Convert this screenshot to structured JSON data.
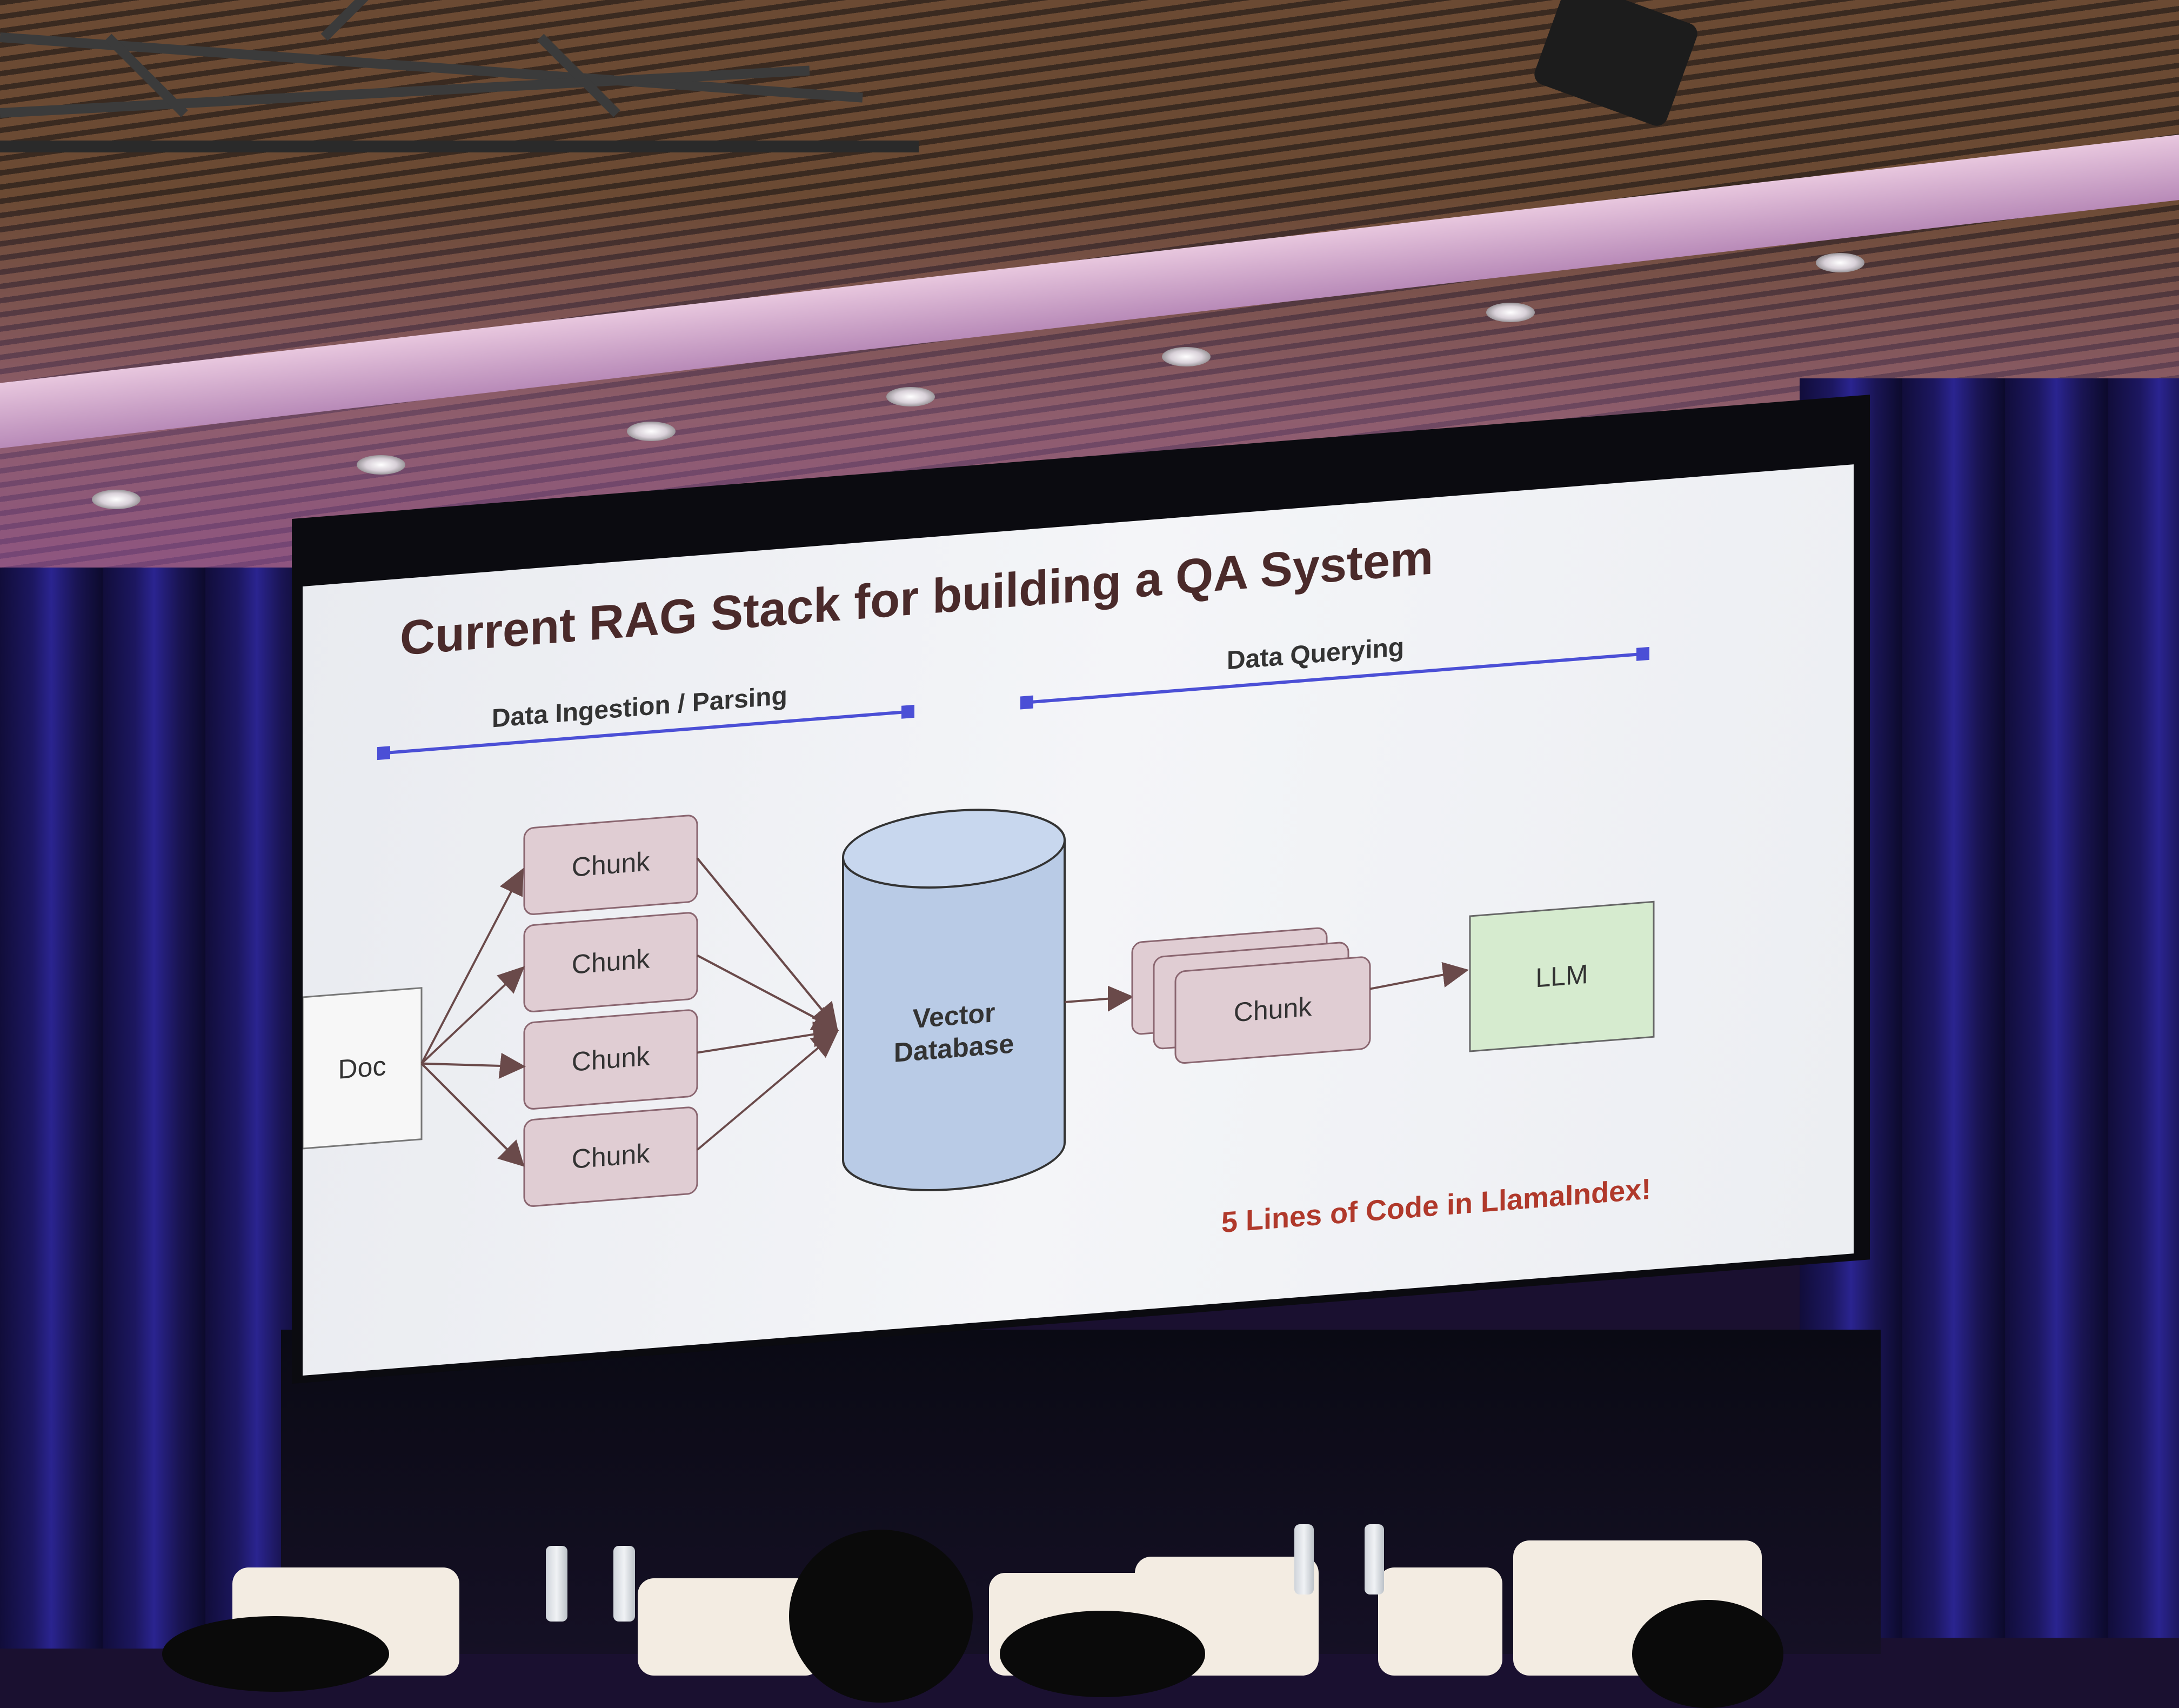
{
  "slide": {
    "title": "Current RAG Stack for building a QA System",
    "sections": {
      "ingestion": "Data Ingestion / Parsing",
      "querying": "Data Querying"
    },
    "doc_label": "Doc",
    "chunks": [
      "Chunk",
      "Chunk",
      "Chunk",
      "Chunk"
    ],
    "vector_db_line1": "Vector",
    "vector_db_line2": "Database",
    "retrieved_chunk_label": "Chunk",
    "llm_label": "LLM",
    "footer": "5 Lines of Code in LlamaIndex!"
  },
  "colors": {
    "chunk_fill": "#e0cdd3",
    "chunk_stroke": "#8a6670",
    "db_fill": "#b9cbe6",
    "llm_fill": "#d6ebcf",
    "section_line": "#4b4fd6",
    "footer": "#b0392b",
    "title": "#4a2a2a"
  }
}
